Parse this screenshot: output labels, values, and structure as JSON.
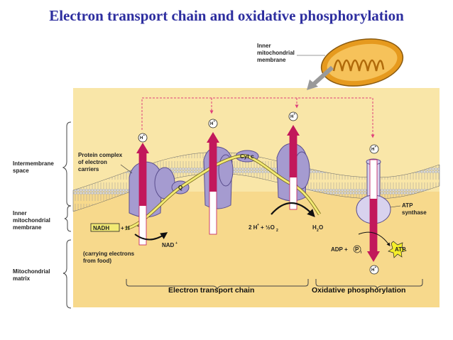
{
  "title": "Electron transport chain and oxidative phosphorylation",
  "labels": {
    "inner_membrane_top": [
      "Inner",
      "mitochondrial",
      "membrane"
    ],
    "intermembrane_space": [
      "Intermembrane",
      "space"
    ],
    "inner_membrane_side": [
      "Inner",
      "mitochondrial",
      "membrane"
    ],
    "matrix": [
      "Mitochondrial",
      "matrix"
    ],
    "protein_complex": [
      "Protein complex",
      "of electron",
      "carriers"
    ],
    "q": "Q",
    "cyt_c": "Cyt c",
    "atp_synthase": [
      "ATP",
      "synthase"
    ],
    "nadh": "NADH",
    "nadh_plus_h": "+ H",
    "nad": "NAD",
    "carrying": [
      "(carrying electrons",
      "from food)"
    ],
    "water_eq_left": "2 H",
    "water_eq_right": "+ ½O",
    "water": "H",
    "adp": "ADP +",
    "pi": "P",
    "atp": "ATP",
    "h_ion": "H",
    "etc_bracket": "Electron transport chain",
    "oxphos_bracket": "Oxidative phosphorylation"
  },
  "colors": {
    "title": "#2d2e9f",
    "intermembrane_bg": "#f9e6a8",
    "matrix_bg": "#f7d98c",
    "membrane": "#c9c9c9",
    "protein": "#a59bd0",
    "arrow": "#c2185b",
    "electron_path": "#f2ea74",
    "atp_burst": "#f5ee2a",
    "mitochondrion": "#e69a1e"
  }
}
